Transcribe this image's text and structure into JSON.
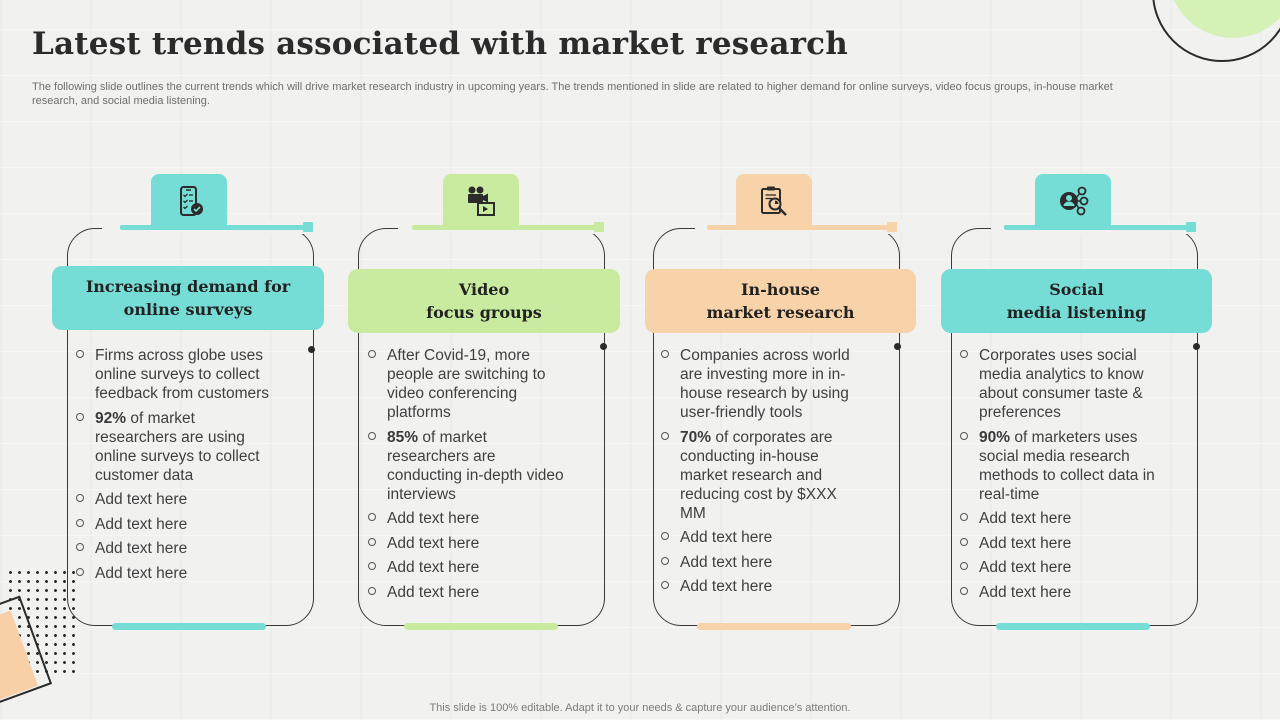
{
  "title": "Latest trends associated with market research",
  "subtitle": "The following slide outlines the current trends which will drive market research industry in upcoming years. The trends mentioned in slide are related to higher demand for online surveys, video focus groups, in-house market research, and social media listening.",
  "footer": "This slide is 100% editable. Adapt it to your needs & capture your audience’s attention.",
  "colors": {
    "teal": "#76ddd6",
    "green": "#c9eba0",
    "peach": "#f8d2a8"
  },
  "columns": [
    {
      "icon": "mobile-checklist-icon",
      "color": "#76ddd6",
      "header_line1": "Increasing demand for",
      "header_line2": "online surveys",
      "items": [
        {
          "strong": "",
          "text": "Firms across globe uses online surveys to collect feedback from customers"
        },
        {
          "strong": "92%",
          "text": " of market researchers are using online surveys to collect customer data"
        },
        {
          "strong": "",
          "text": "Add text here"
        },
        {
          "strong": "",
          "text": "Add text here"
        },
        {
          "strong": "",
          "text": "Add text here"
        },
        {
          "strong": "",
          "text": "Add text here"
        }
      ]
    },
    {
      "icon": "video-camera-icon",
      "color": "#c9eba0",
      "header_line1": "Video",
      "header_line2": "focus groups",
      "items": [
        {
          "strong": "",
          "text": "After Covid-19, more people are switching to video conferencing platforms"
        },
        {
          "strong": "85%",
          "text": " of market researchers are conducting in-depth video interviews"
        },
        {
          "strong": "",
          "text": "Add text here"
        },
        {
          "strong": "",
          "text": "Add text here"
        },
        {
          "strong": "",
          "text": "Add text here"
        },
        {
          "strong": "",
          "text": "Add text here"
        }
      ]
    },
    {
      "icon": "research-clipboard-icon",
      "color": "#f8d2a8",
      "header_line1": "In-house",
      "header_line2": "market research",
      "items": [
        {
          "strong": "",
          "text": "Companies across world are investing more in in-house research by using user-friendly tools"
        },
        {
          "strong": "70%",
          "text": " of corporates are conducting in-house market research and reducing cost by $XXX MM"
        },
        {
          "strong": "",
          "text": "Add text here"
        },
        {
          "strong": "",
          "text": "Add text here"
        },
        {
          "strong": "",
          "text": "Add text here"
        }
      ]
    },
    {
      "icon": "social-network-icon",
      "color": "#76ddd6",
      "header_line1": "Social",
      "header_line2": "media listening",
      "items": [
        {
          "strong": "",
          "text": "Corporates uses social media analytics to know about consumer  taste & preferences"
        },
        {
          "strong": "90%",
          "text": " of marketers uses social media research methods to collect data in real-time"
        },
        {
          "strong": "",
          "text": "Add text here"
        },
        {
          "strong": "",
          "text": "Add text here"
        },
        {
          "strong": "",
          "text": "Add text here"
        },
        {
          "strong": "",
          "text": "Add text here"
        }
      ]
    }
  ]
}
